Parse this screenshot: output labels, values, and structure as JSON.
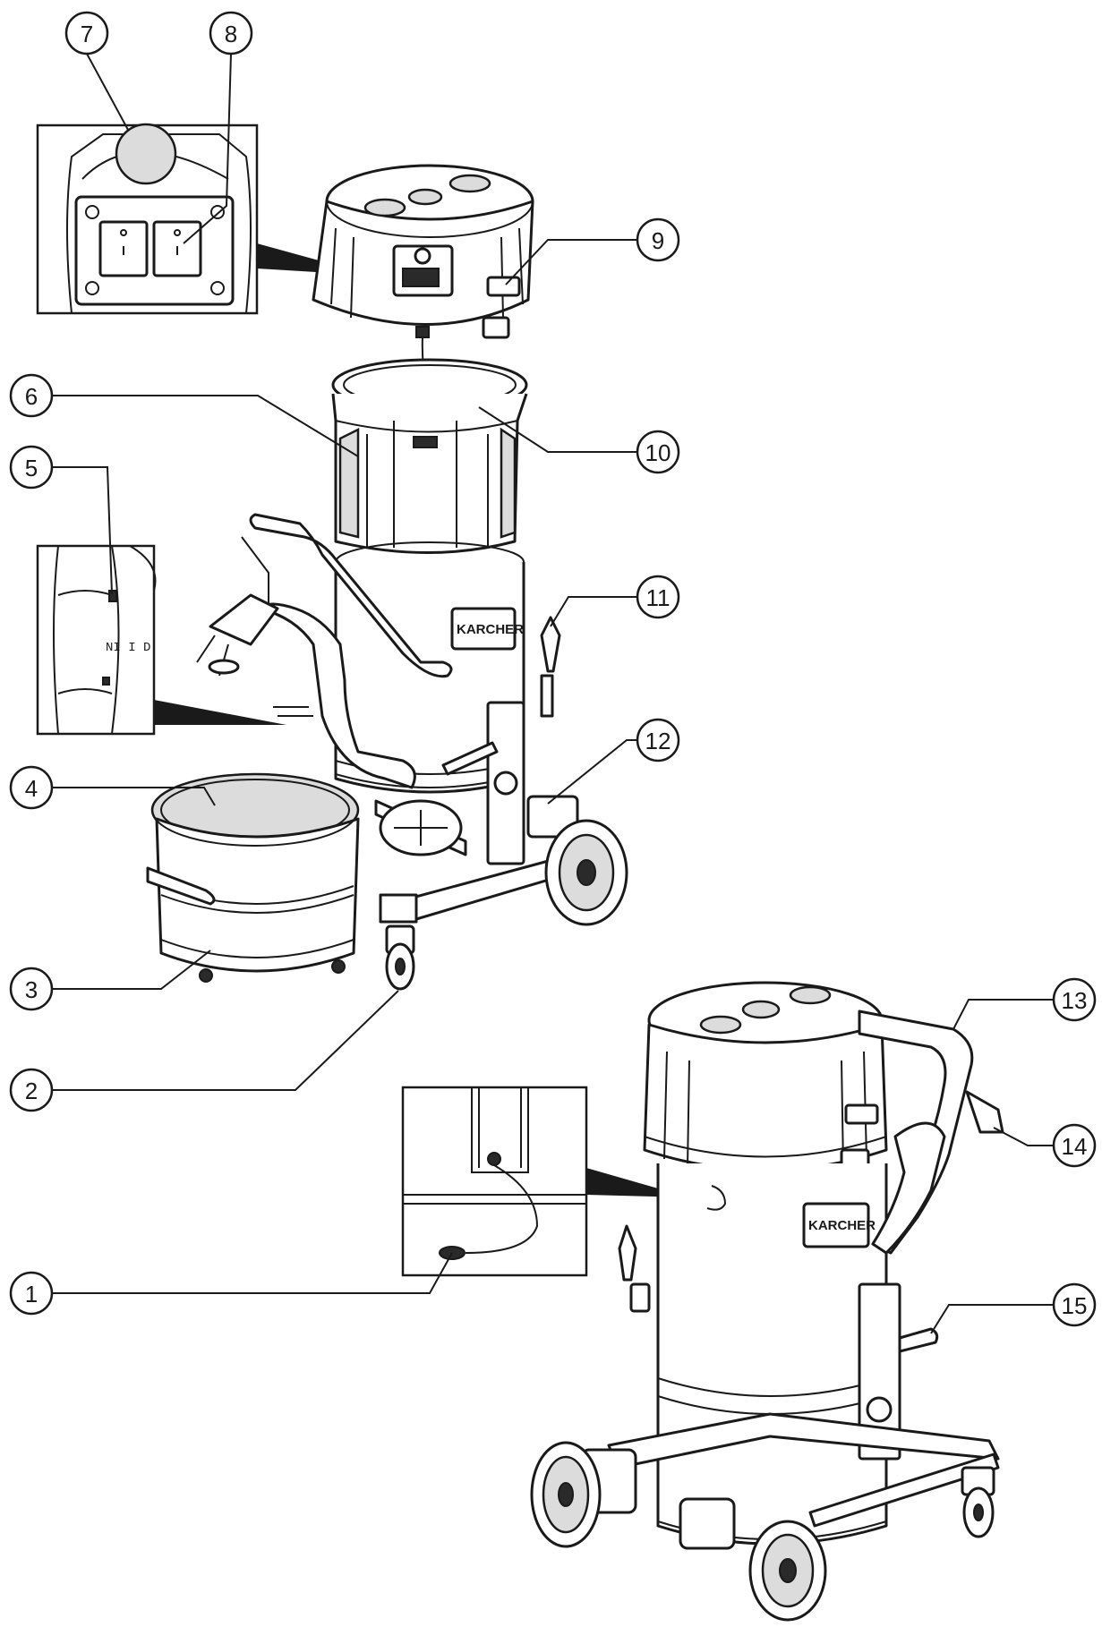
{
  "brand_label": "KARCHER",
  "callouts": [
    {
      "id": "1",
      "label": "1"
    },
    {
      "id": "2",
      "label": "2"
    },
    {
      "id": "3",
      "label": "3"
    },
    {
      "id": "4",
      "label": "4"
    },
    {
      "id": "5",
      "label": "5"
    },
    {
      "id": "6",
      "label": "6"
    },
    {
      "id": "7",
      "label": "7"
    },
    {
      "id": "8",
      "label": "8"
    },
    {
      "id": "9",
      "label": "9"
    },
    {
      "id": "10",
      "label": "10"
    },
    {
      "id": "11",
      "label": "11"
    },
    {
      "id": "12",
      "label": "12"
    },
    {
      "id": "13",
      "label": "13"
    },
    {
      "id": "14",
      "label": "14"
    },
    {
      "id": "15",
      "label": "15"
    }
  ]
}
